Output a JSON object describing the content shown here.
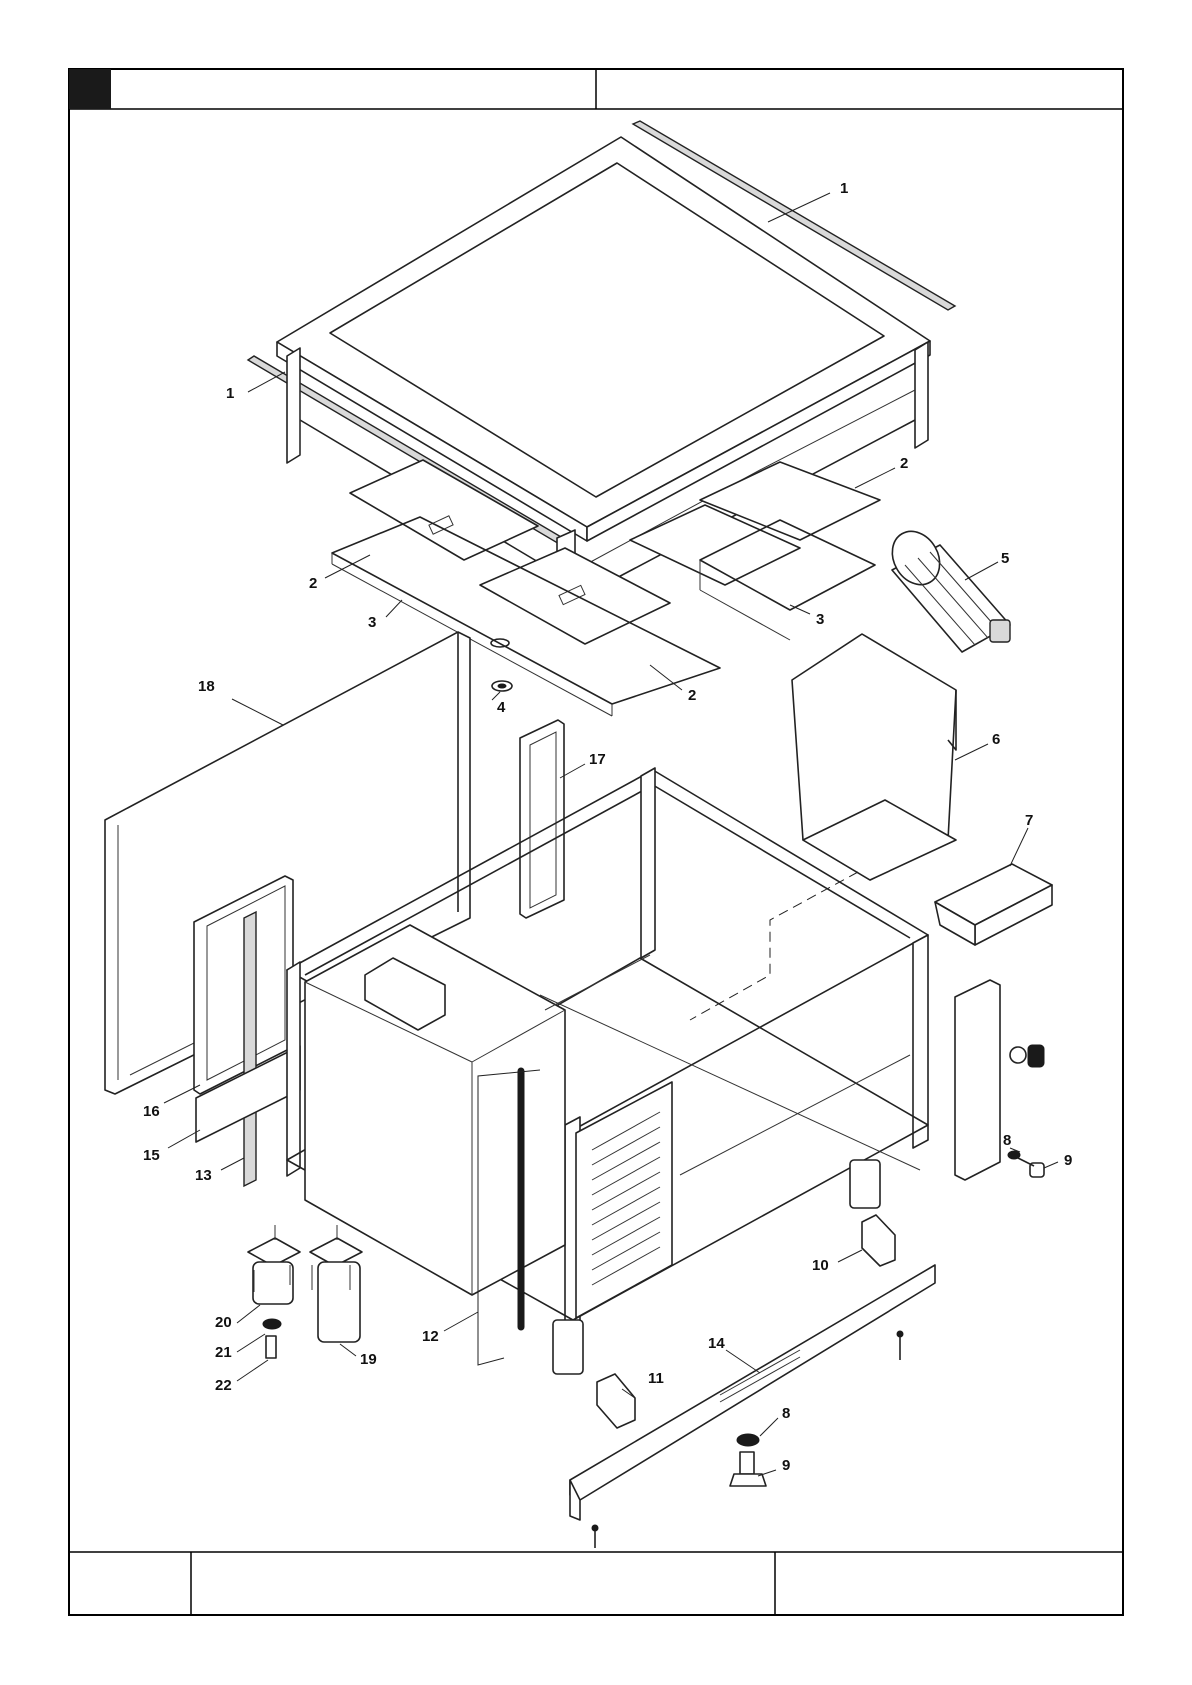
{
  "title_block": {
    "header_left": "",
    "header_right": "",
    "footer_left": "",
    "footer_middle": "",
    "footer_right": ""
  },
  "callouts": [
    {
      "id": "callout-1-top",
      "text": "1"
    },
    {
      "id": "callout-1-left",
      "text": "1"
    },
    {
      "id": "callout-2-right",
      "text": "2"
    },
    {
      "id": "callout-2-left",
      "text": "2"
    },
    {
      "id": "callout-2-mid",
      "text": "2"
    },
    {
      "id": "callout-3-left",
      "text": "3"
    },
    {
      "id": "callout-3-right",
      "text": "3"
    },
    {
      "id": "callout-4",
      "text": "4"
    },
    {
      "id": "callout-5",
      "text": "5"
    },
    {
      "id": "callout-6",
      "text": "6"
    },
    {
      "id": "callout-7",
      "text": "7"
    },
    {
      "id": "callout-8-upper",
      "text": "8"
    },
    {
      "id": "callout-9-upper",
      "text": "9"
    },
    {
      "id": "callout-8-lower",
      "text": "8"
    },
    {
      "id": "callout-9-lower",
      "text": "9"
    },
    {
      "id": "callout-10",
      "text": "10"
    },
    {
      "id": "callout-11",
      "text": "11"
    },
    {
      "id": "callout-12",
      "text": "12"
    },
    {
      "id": "callout-13",
      "text": "13"
    },
    {
      "id": "callout-14",
      "text": "14"
    },
    {
      "id": "callout-15",
      "text": "15"
    },
    {
      "id": "callout-16",
      "text": "16"
    },
    {
      "id": "callout-17",
      "text": "17"
    },
    {
      "id": "callout-18",
      "text": "18"
    },
    {
      "id": "callout-19",
      "text": "19"
    },
    {
      "id": "callout-20",
      "text": "20"
    },
    {
      "id": "callout-21",
      "text": "21"
    },
    {
      "id": "callout-22",
      "text": "22"
    }
  ],
  "colors": {
    "line": "#222222",
    "corner_block": "#1a1a1a",
    "background": "#ffffff"
  }
}
